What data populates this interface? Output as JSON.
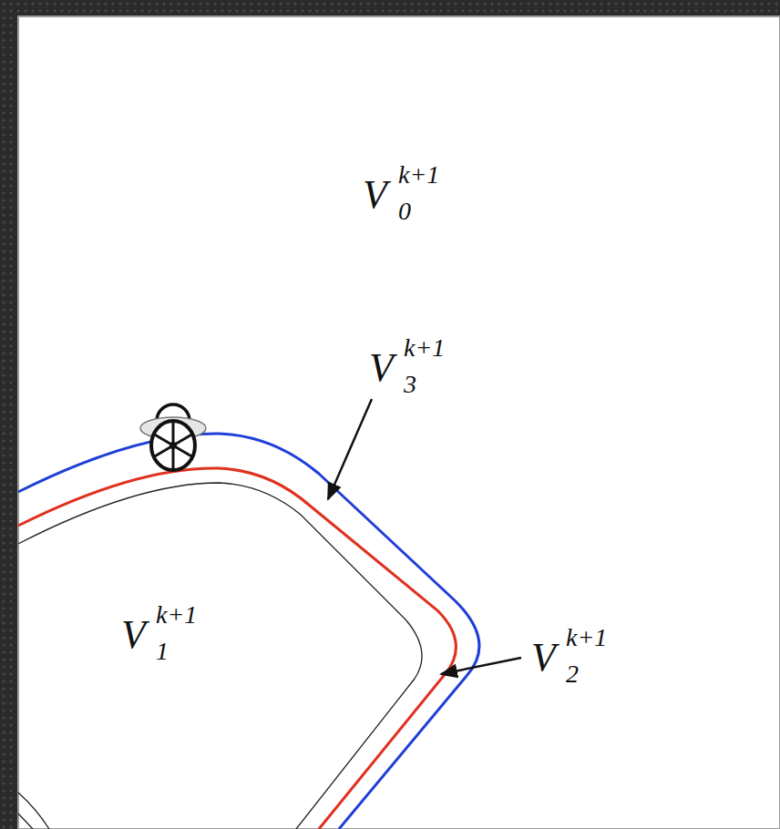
{
  "diagram": {
    "labels": [
      "V",
      "k+1",
      "0",
      "V",
      "k+1",
      "3",
      "V",
      "k+1",
      "1",
      "V",
      "k+1",
      "2"
    ]
  }
}
